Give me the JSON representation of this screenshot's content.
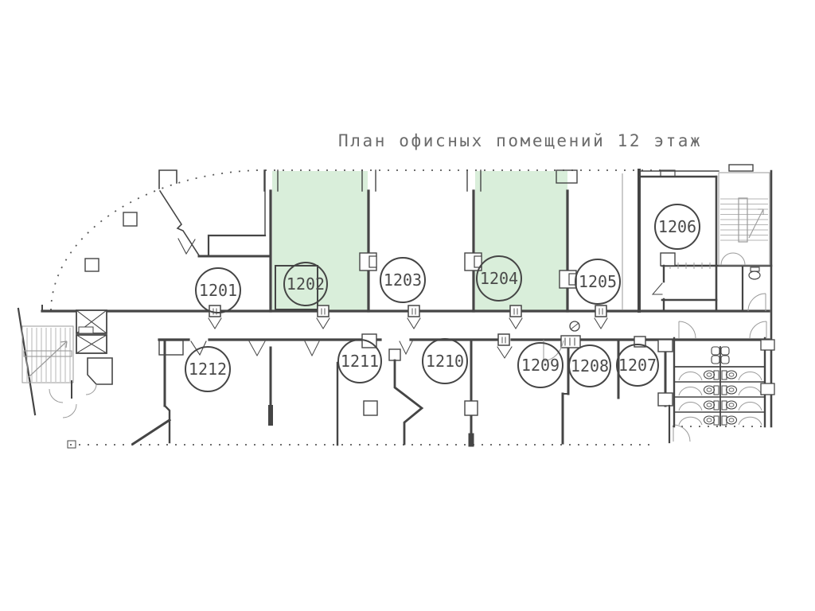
{
  "title": "План офисных помещений 12 этаж",
  "colors": {
    "highlight": "#d9eeda",
    "wall": "#454545",
    "title_text": "#6b6b6b",
    "background": "#ffffff"
  },
  "highlighted_room_numbers": [
    "1202",
    "1204"
  ],
  "rooms": [
    {
      "number": "1201",
      "highlighted": false
    },
    {
      "number": "1202",
      "highlighted": true
    },
    {
      "number": "1203",
      "highlighted": false
    },
    {
      "number": "1204",
      "highlighted": true
    },
    {
      "number": "1205",
      "highlighted": false
    },
    {
      "number": "1206",
      "highlighted": false
    },
    {
      "number": "1207",
      "highlighted": false
    },
    {
      "number": "1208",
      "highlighted": false
    },
    {
      "number": "1209",
      "highlighted": false
    },
    {
      "number": "1210",
      "highlighted": false
    },
    {
      "number": "1211",
      "highlighted": false
    },
    {
      "number": "1212",
      "highlighted": false
    }
  ]
}
